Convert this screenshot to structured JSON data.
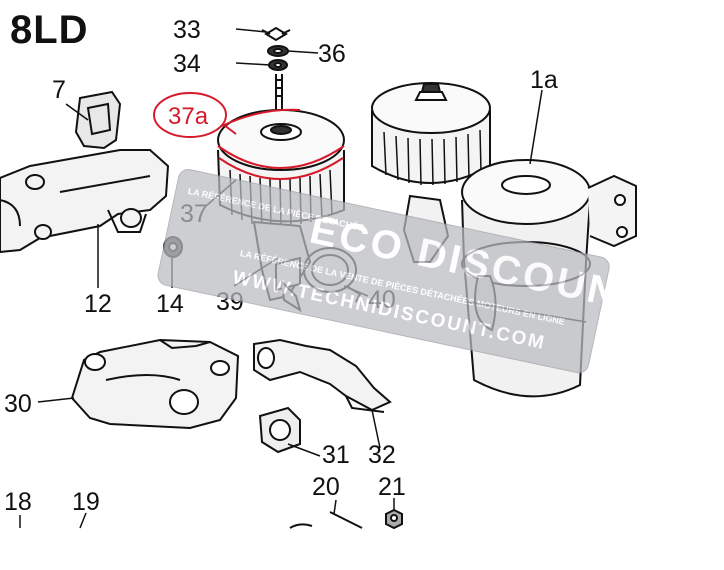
{
  "diagram": {
    "title": "8LD",
    "callouts": {
      "p33": "33",
      "p34": "34",
      "p36": "36",
      "p7": "7",
      "p37a": "37a",
      "p1a": "1a",
      "p37": "37",
      "p12": "12",
      "p14": "14",
      "p39": "39",
      "p40": "40",
      "p30": "30",
      "p31": "31",
      "p32": "32",
      "p20": "20",
      "p21": "21",
      "p18": "18",
      "p19": "19"
    },
    "highlight_color": "#d61a2a",
    "line_color": "#111111"
  },
  "watermark": {
    "brand": "ECO DISCOUNT",
    "tagline_1": "LA RÉFÉRENCE DE LA PIÈCE DÉTACHÉE",
    "tagline_2": "LA RÉFÉRENCE DE LA VENTE DE PIÈCES DÉTACHÉES MOTEURS EN LIGNE",
    "url": "WWW.TECHNIDISCOUNT.COM",
    "color": "#b9bcc0"
  }
}
